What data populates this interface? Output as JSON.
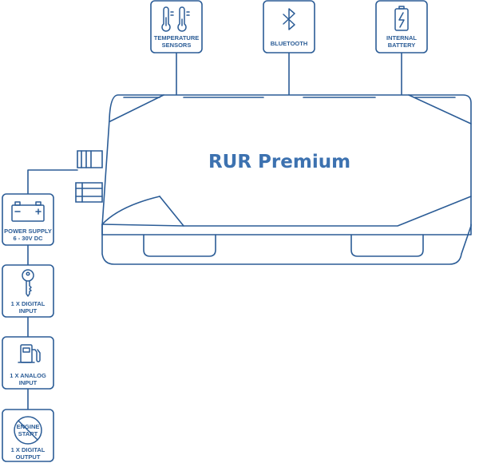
{
  "device": {
    "title": "RUR Premium"
  },
  "top_modules": [
    {
      "label_lines": [
        "TEMPERATURE",
        "SENSORS"
      ],
      "icon": "thermometer-icon"
    },
    {
      "label_lines": [
        "BLUETOOTH"
      ],
      "icon": "bluetooth-icon"
    },
    {
      "label_lines": [
        "INTERNAL",
        "BATTERY"
      ],
      "icon": "battery-icon"
    }
  ],
  "side_modules": [
    {
      "label_lines": [
        "POWER SUPPLY",
        "6 - 30V DC"
      ],
      "icon": "car-battery-icon"
    },
    {
      "label_lines": [
        "1 X DIGITAL",
        "INPUT"
      ],
      "icon": "key-icon"
    },
    {
      "label_lines": [
        "1 X ANALOG",
        "INPUT"
      ],
      "icon": "fuel-pump-icon"
    },
    {
      "label_lines": [
        "1 X DIGITAL",
        "OUTPUT"
      ],
      "icon": "engine-start-block-icon",
      "icon_text_lines": [
        "ENGINE",
        "START"
      ]
    }
  ],
  "colors": {
    "stroke": "#2b5c96",
    "title": "#3d72b0"
  }
}
